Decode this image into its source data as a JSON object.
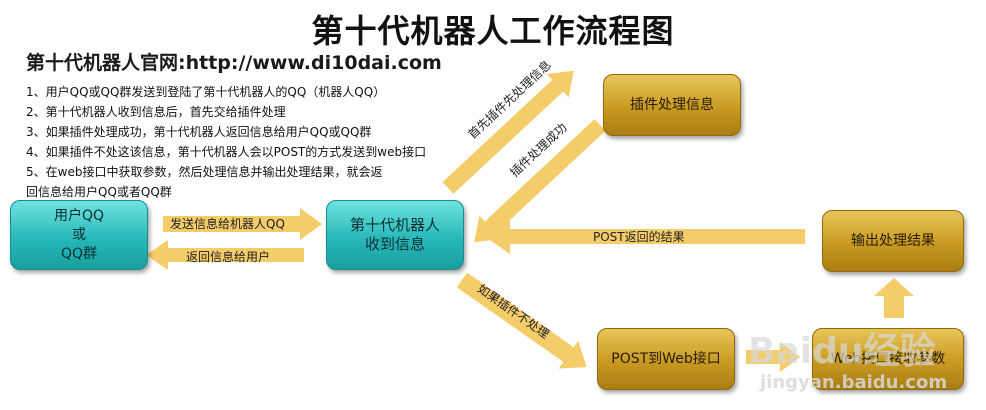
{
  "title": "第十代机器人工作流程图",
  "site_line": "第十代机器人官网:http://www.di10dai.com",
  "steps": [
    "1、用户QQ或QQ群发送到登陆了第十代机器人的QQ（机器人QQ）",
    "2、第十代机器人收到信息后，首先交给插件处理",
    "3、如果插件处理成功，第十代机器人返回信息给用户QQ或QQ群",
    "4、如果插件不处这该信息，第十代机器人会以POST的方式发送到web接口",
    "5、在web接口中获取参数，然后处理信息并输出处理结果，就会返",
    "回信息给用户QQ或者QQ群"
  ],
  "nodes": {
    "user": [
      "用户QQ",
      "或",
      "QQ群"
    ],
    "robot": [
      "第十代机器人",
      "收到信息"
    ],
    "plugin": "插件处理信息",
    "output": "输出处理结果",
    "post_web": "POST到Web接口",
    "web_params": "Web接口接收参数"
  },
  "edges": {
    "send": "发送信息给机器人QQ",
    "return_user": "返回信息给用户",
    "plugin_first": "首先插件先处理信息",
    "plugin_success": "插件处理成功",
    "post_return": "POST返回的结果",
    "plugin_no": "如果插件不处理"
  },
  "colors": {
    "teal": "#27b9b8",
    "gold": "#c99a22",
    "arrow": "#f4c95d"
  },
  "watermark": {
    "logo": "Baidu经验",
    "url": "jingyan.baidu.com"
  }
}
